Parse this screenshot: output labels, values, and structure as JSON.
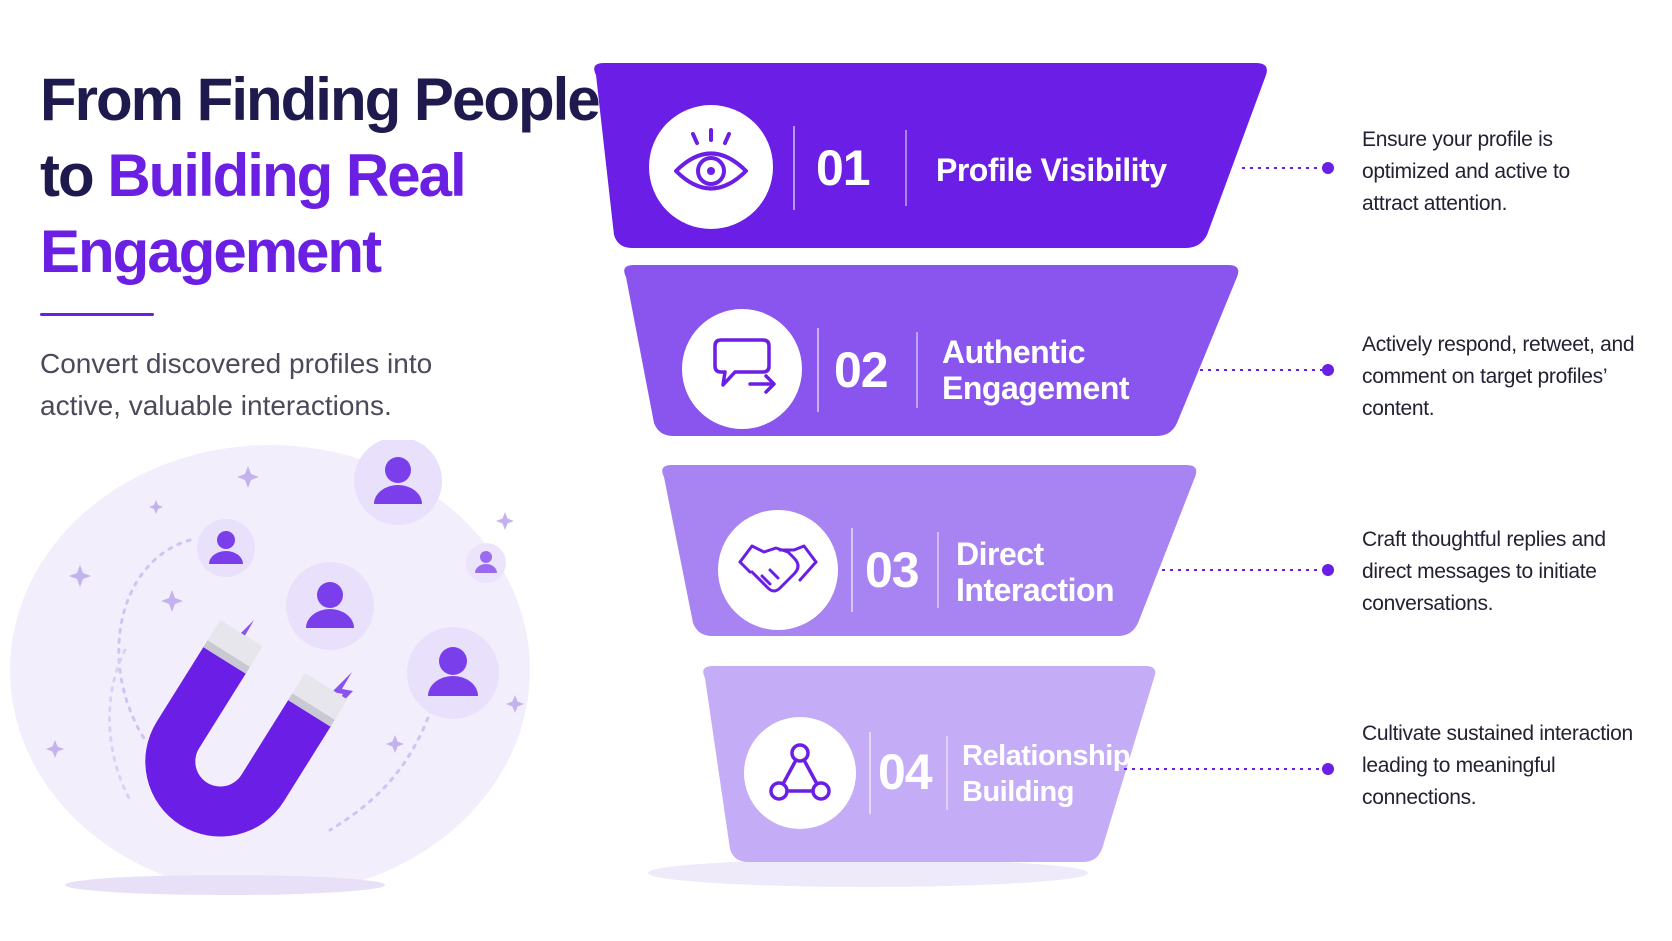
{
  "header": {
    "title_line1": "From Finding People",
    "title_line2_prefix": "to",
    "title_line2_accent": "Building Real",
    "title_line3_accent": "Engagement",
    "subtitle": "Convert discovered profiles into active, valuable interactions."
  },
  "colors": {
    "accent": "#6b1fe3",
    "title_dark": "#1e1a4d",
    "stage1": "#6a1ee6",
    "stage2": "#8a55ee",
    "stage3": "#a883f2",
    "stage4": "#c4acf7"
  },
  "stages": [
    {
      "number": "01",
      "label": "Profile Visibility",
      "icon": "eye-icon",
      "description": "Ensure your profile is optimized and active to attract attention."
    },
    {
      "number": "02",
      "label": "Authentic Engagement",
      "icon": "chat-reply-icon",
      "description": "Actively respond, retweet, and comment on target profiles’ content."
    },
    {
      "number": "03",
      "label": "Direct Interaction",
      "icon": "handshake-icon",
      "description": "Craft thoughtful replies and direct messages to initiate conversations."
    },
    {
      "number": "04",
      "label": "Relationship Building",
      "icon": "network-icon",
      "description": "Cultivate sustained interaction leading to meaningful connections."
    }
  ],
  "illustration": {
    "icons": [
      "magnet-icon",
      "person-icon",
      "lightning-icon",
      "sparkle-icon"
    ]
  }
}
